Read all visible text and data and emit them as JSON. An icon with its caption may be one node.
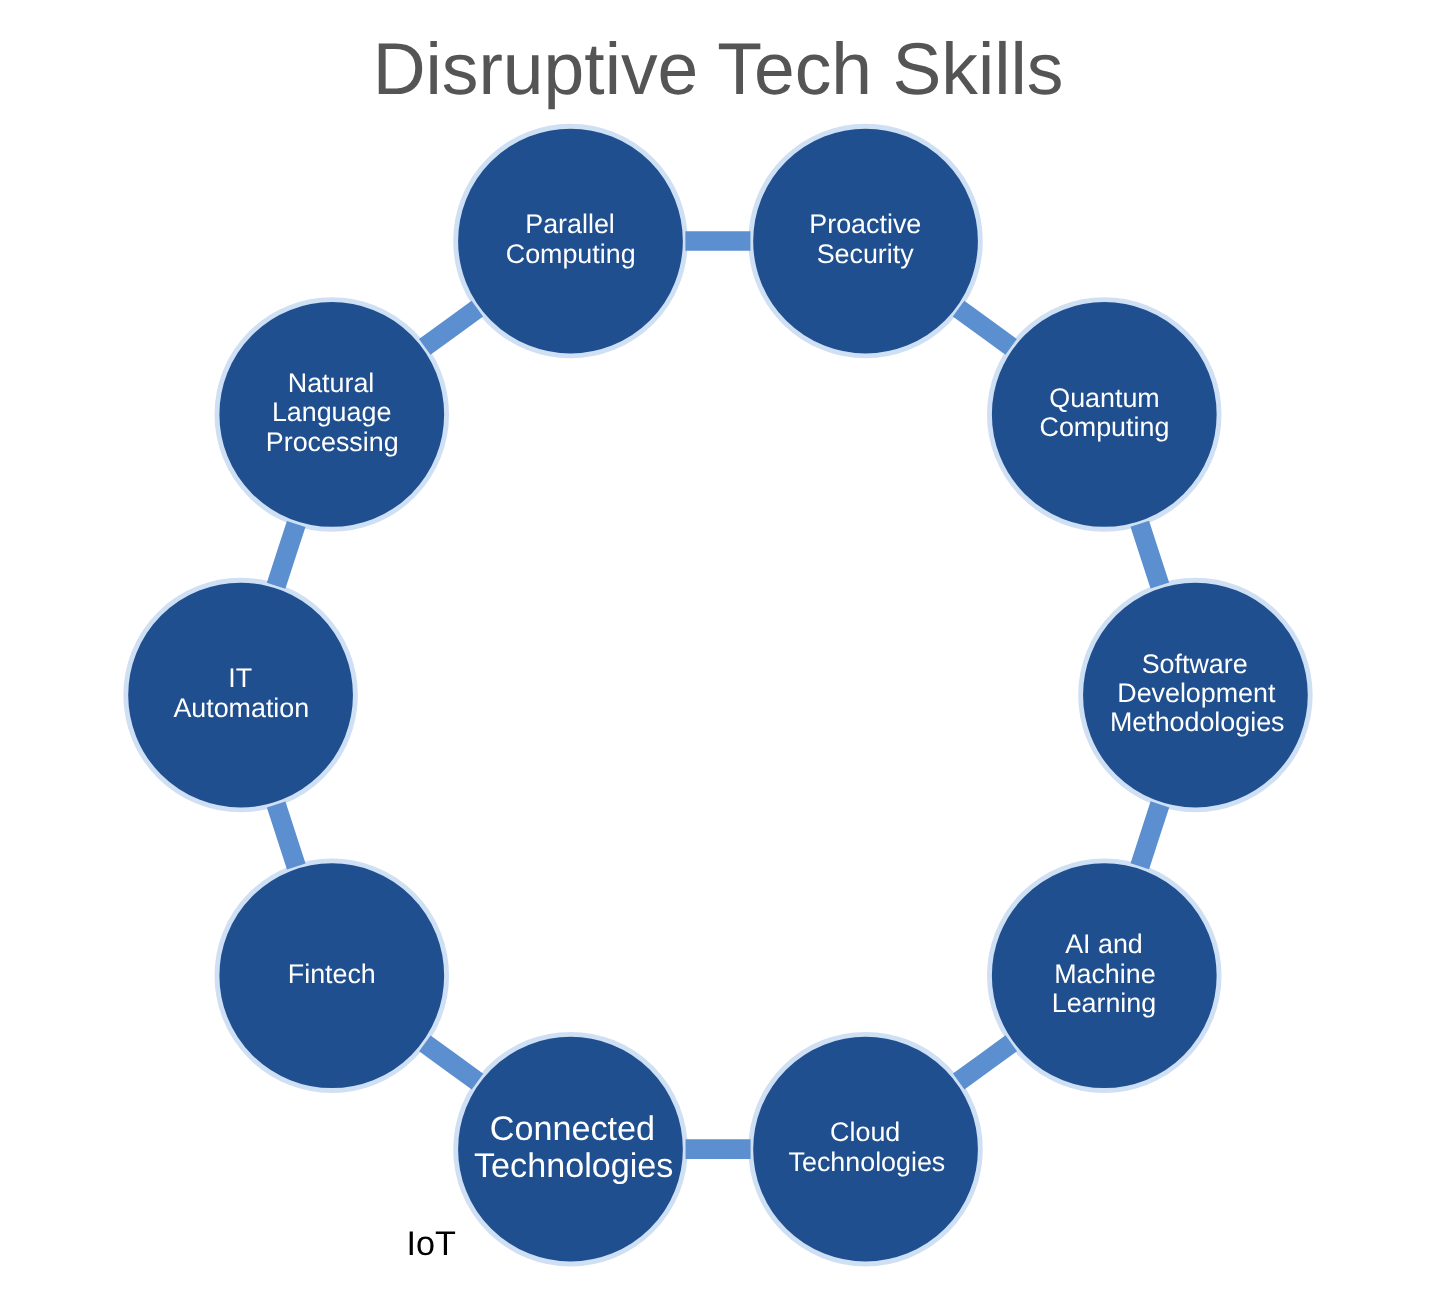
{
  "diagram": {
    "title": "Disruptive Tech Skills",
    "nodes": [
      {
        "text": [
          "AI and Machine Learning"
        ]
      },
      {
        "text": [
          "Cloud Technologies"
        ]
      },
      {
        "text": [
          "Connected Technologies"
        ],
        "beside": [
          "IoT"
        ]
      },
      {
        "text": [
          "Fintech"
        ]
      },
      {
        "text": [
          "IT Automation"
        ]
      },
      {
        "text": [
          "Natural Language Processing"
        ]
      },
      {
        "text": [
          "Parallel Computing"
        ]
      },
      {
        "text": [
          "Proactive Security"
        ]
      },
      {
        "text": [
          "Quantum Computing"
        ]
      },
      {
        "text": [
          "Software Development Methodologies"
        ]
      }
    ],
    "edges": [
      {
        "from": 0,
        "to": 1,
        "arrow": "none"
      },
      {
        "from": 1,
        "to": 2,
        "arrow": "none"
      },
      {
        "from": 2,
        "to": 3,
        "arrow": "none"
      },
      {
        "from": 3,
        "to": 4,
        "arrow": "none"
      },
      {
        "from": 4,
        "to": 5,
        "arrow": "none"
      },
      {
        "from": 5,
        "to": 6,
        "arrow": "none"
      },
      {
        "from": 6,
        "to": 7,
        "arrow": "none"
      },
      {
        "from": 7,
        "to": 8,
        "arrow": "none"
      },
      {
        "from": 8,
        "to": 9,
        "arrow": "none"
      },
      {
        "from": 9,
        "to": 0,
        "arrow": "none"
      }
    ]
  }
}
